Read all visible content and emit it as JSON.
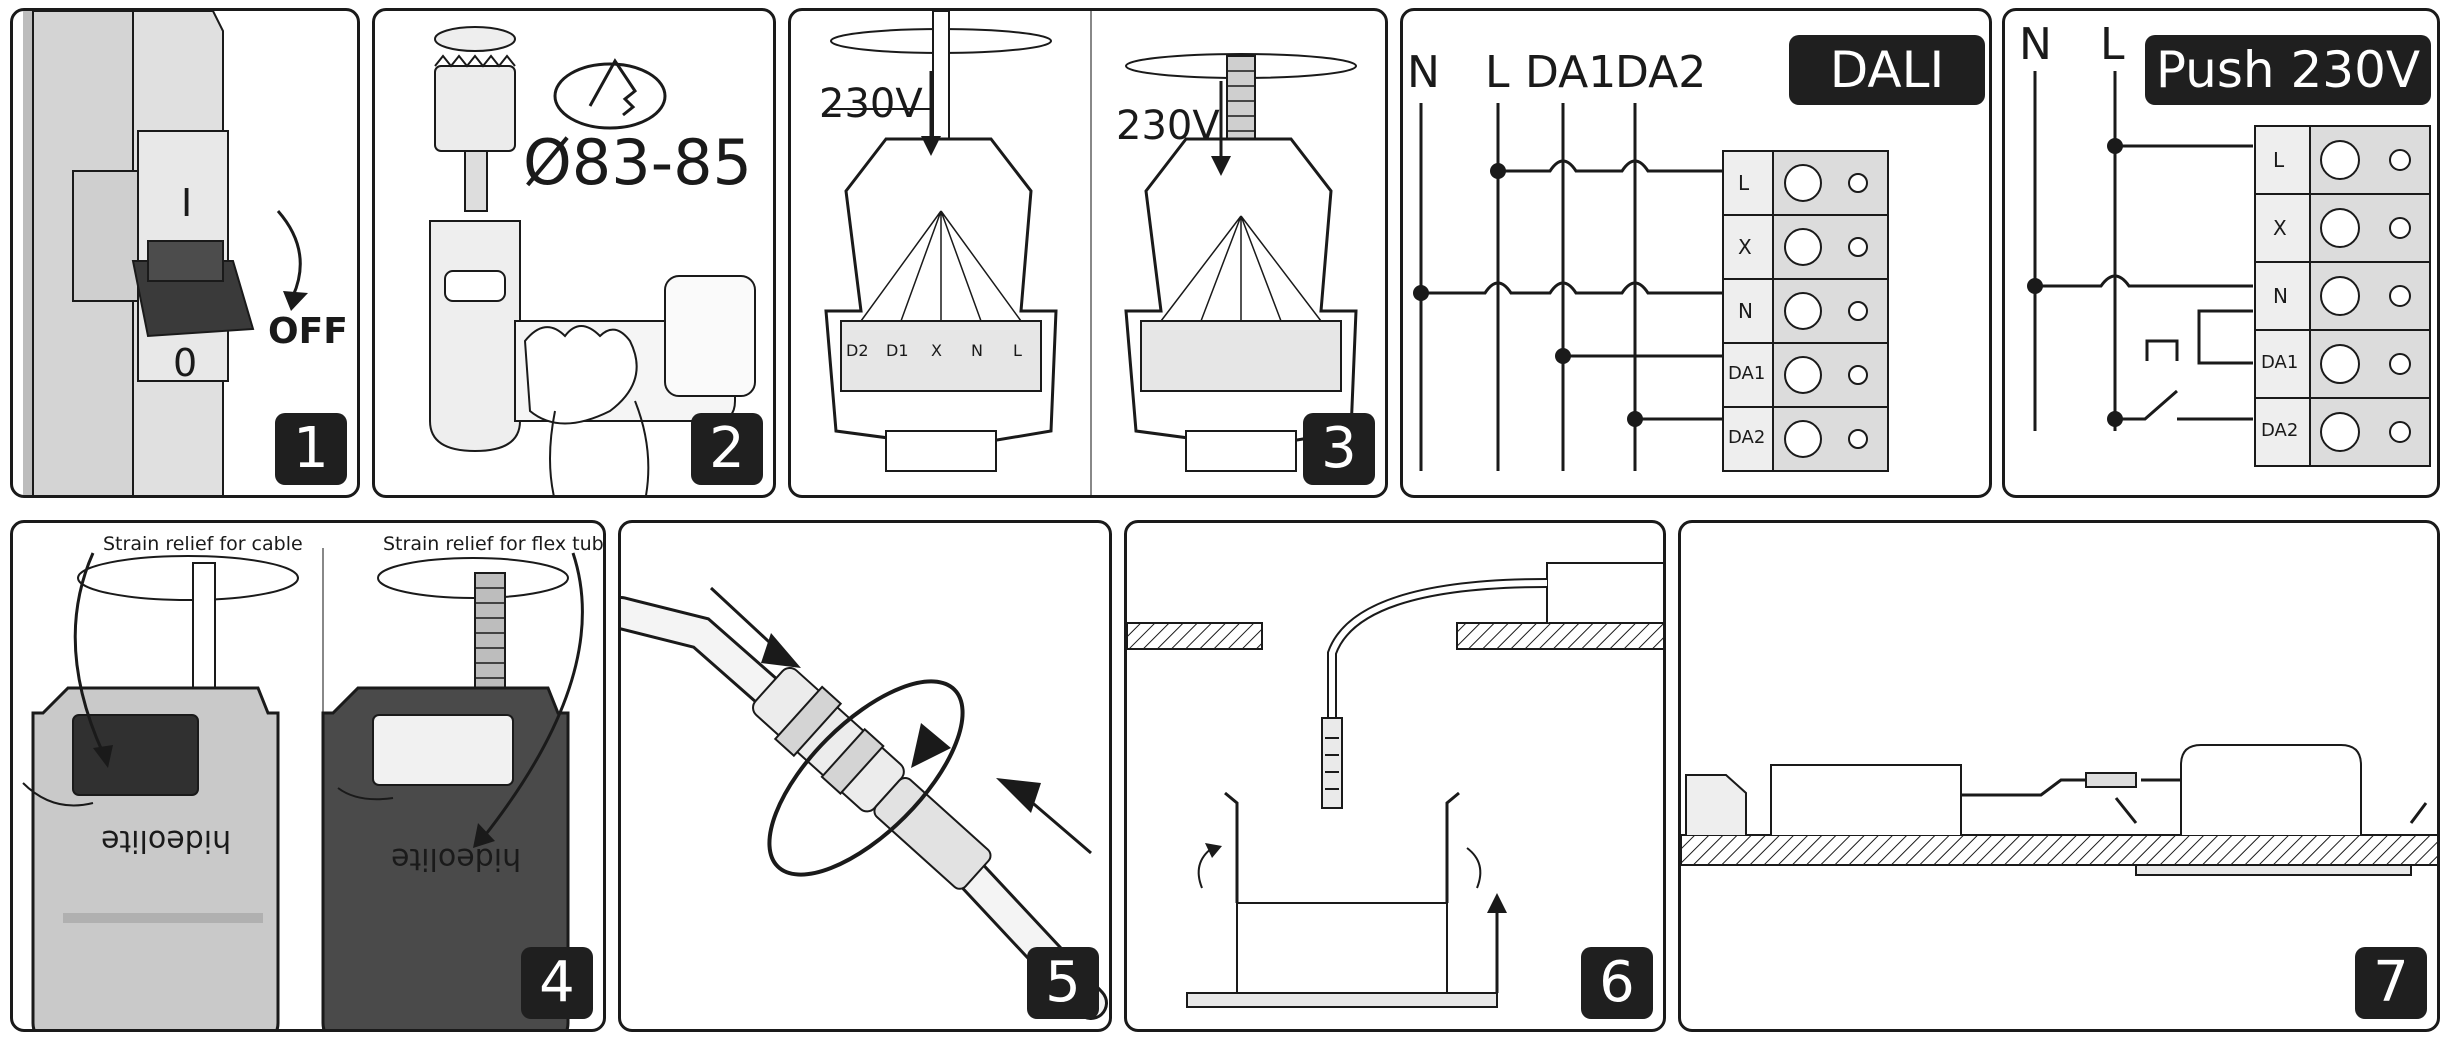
{
  "steps": {
    "s1": {
      "number": "1",
      "on": "I",
      "off_pos": "0",
      "off_text": "OFF"
    },
    "s2": {
      "number": "2",
      "diameter": "Ø83-85"
    },
    "s3": {
      "number": "3",
      "voltage_a": "230V",
      "voltage_b": "230V",
      "terminals": [
        "D2",
        "D1",
        "X",
        "N",
        "L"
      ]
    },
    "dali": {
      "title": "DALI",
      "lines": [
        "N",
        "L",
        "DA1",
        "DA2"
      ],
      "terminals": [
        "L",
        "X",
        "N",
        "DA1",
        "DA2"
      ]
    },
    "push": {
      "title": "Push 230V",
      "lines": [
        "N",
        "L"
      ],
      "terminals": [
        "L",
        "X",
        "N",
        "DA1",
        "DA2"
      ]
    },
    "s4": {
      "number": "4",
      "cable_caption": "Strain relief for cable",
      "flex_caption": "Strain relief for flex tube",
      "brand": "hideolite"
    },
    "s5": {
      "number": "5"
    },
    "s6": {
      "number": "6"
    },
    "s7": {
      "number": "7"
    }
  },
  "colors": {
    "ink": "#1a1a1a",
    "device_light": "#c8c8c8",
    "device_dark": "#4a4a4a",
    "badge": "#1f1f1f"
  }
}
